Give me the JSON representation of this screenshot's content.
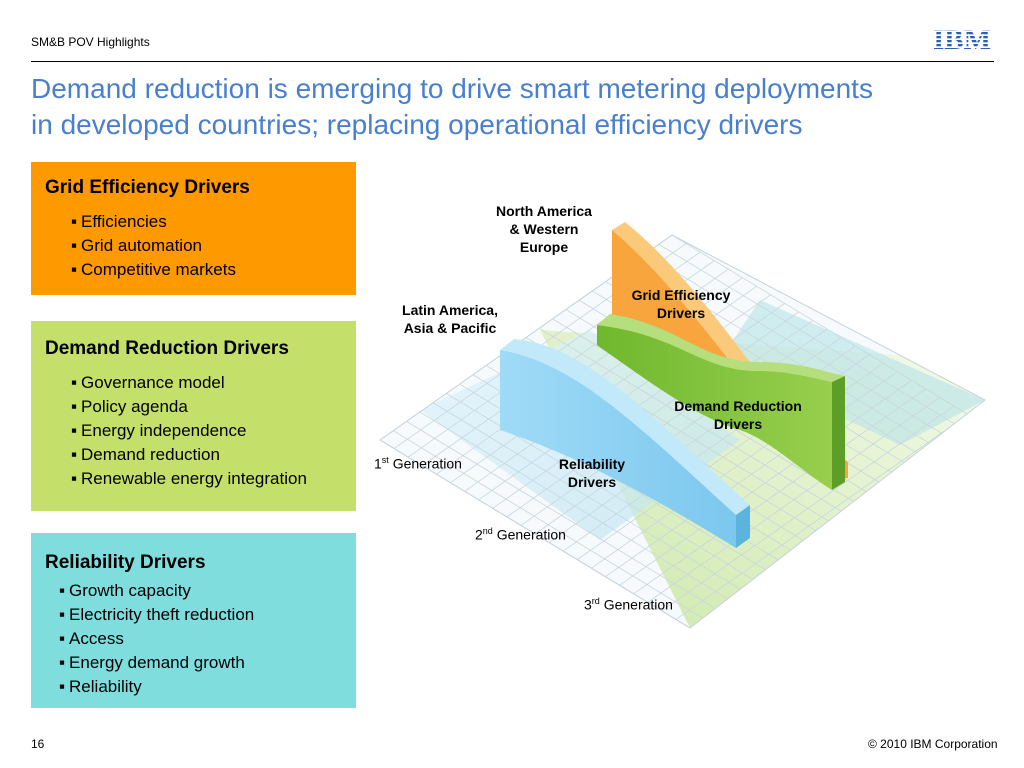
{
  "header": {
    "label": "SM&B POV Highlights",
    "logo_text": "IBM",
    "title_line1": "Demand reduction is emerging to drive smart metering deployments",
    "title_line2": "in developed countries; replacing operational efficiency drivers"
  },
  "boxes": {
    "grid": {
      "heading": "Grid Efficiency Drivers",
      "items": [
        "Efficiencies",
        "Grid automation",
        "Competitive markets"
      ]
    },
    "demand": {
      "heading": "Demand Reduction Drivers",
      "items": [
        "Governance model",
        "Policy agenda",
        "Energy independence",
        "Demand reduction",
        "Renewable energy integration"
      ]
    },
    "reliability": {
      "heading": "Reliability Drivers",
      "items": [
        "Growth capacity",
        "Electricity theft reduction",
        "Access",
        "Energy demand growth",
        "Reliability"
      ]
    }
  },
  "diagram": {
    "region_na": [
      "North America",
      "&  Western",
      "Europe"
    ],
    "region_la": [
      "Latin America,",
      "Asia & Pacific"
    ],
    "grid_label": [
      "Grid Efficiency",
      "Drivers"
    ],
    "demand_label": [
      "Demand Reduction",
      "Drivers"
    ],
    "reliability_label": [
      "Reliability",
      "Drivers"
    ],
    "gen1": {
      "num": "1",
      "sup": "st",
      "text": " Generation"
    },
    "gen2": {
      "num": "2",
      "sup": "nd",
      "text": " Generation"
    },
    "gen3": {
      "num": "3",
      "sup": "rd",
      "text": " Generation"
    }
  },
  "colors": {
    "title": "#4a7fce",
    "grid_box": "#ff9900",
    "demand_box": "#c4e06a",
    "reliability_box": "#7fdedd",
    "orange_wall": "#f7a53c",
    "green_wall": "#8cc63f",
    "blue_wall": "#8fd3f4"
  },
  "footer": {
    "page": "16",
    "copyright": "© 2010 IBM Corporation"
  }
}
